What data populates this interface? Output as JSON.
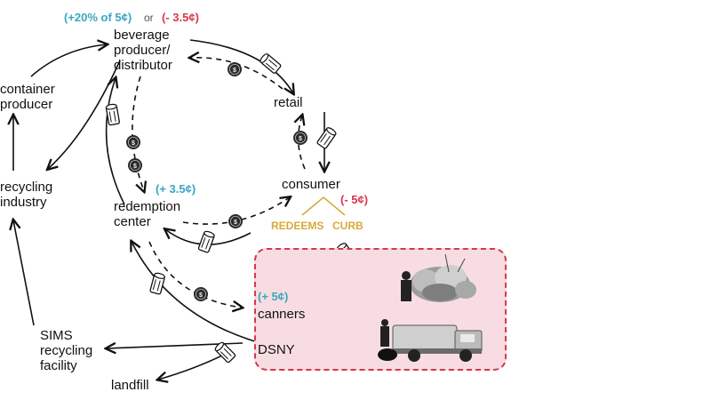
{
  "nodes": {
    "beverage": "beverage\nproducer/\ndistributor",
    "container": "container\nproducer",
    "retail": "retail",
    "consumer": "consumer",
    "recycling": "recycling\nindustry",
    "redemption": "redemption\ncenter",
    "canners": "canners",
    "dsny": "DSNY",
    "sims": "SIMS\nrecycling\nfacility",
    "landfill": "landfill"
  },
  "values": {
    "beverage_gain": "(+20% of 5¢)",
    "or_text": "or",
    "beverage_loss": "(- 3.5¢)",
    "redemption_gain": "(+ 3.5¢)",
    "consumer_loss": "(- 5¢)",
    "canners_gain": "(+ 5¢)"
  },
  "branches": {
    "redeems": "REDEEMS",
    "curb": "CURB"
  },
  "colors": {
    "gain": "#3aa6c0",
    "loss": "#d8364f",
    "branch": "#d6a93a",
    "zone_fill": "#f7dde2",
    "zone_border": "#d8364f"
  },
  "icons": [
    "can-icon",
    "nickel-coin-icon",
    "trash-bags-photo",
    "garbage-truck-photo"
  ]
}
